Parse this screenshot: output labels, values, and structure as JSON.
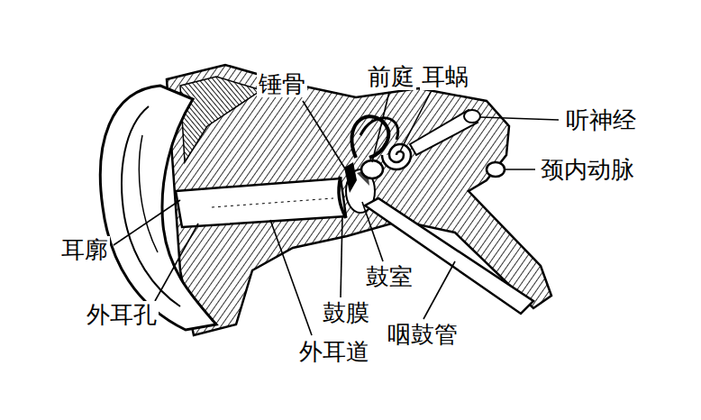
{
  "diagram": {
    "labels": [
      "锤骨",
      "前庭",
      "耳蜗",
      "听神经",
      "颈内动脉",
      "耳廓",
      "外耳孔",
      "鼓室",
      "鼓膜",
      "外耳道",
      "咽鼓管"
    ]
  }
}
